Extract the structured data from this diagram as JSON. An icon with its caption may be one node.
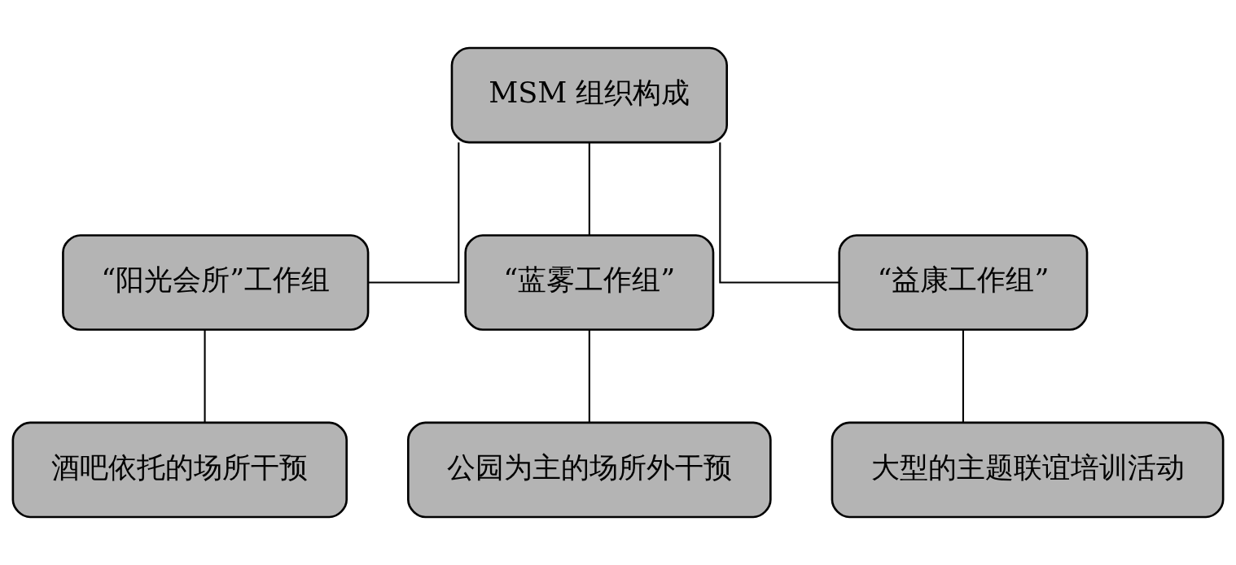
{
  "diagram": {
    "nodes": [
      {
        "text": [
          "MSM 组织构成"
        ]
      },
      {
        "text": [
          "“阳光会所”工作组"
        ]
      },
      {
        "text": [
          "“蓝雾工作组”"
        ]
      },
      {
        "text": [
          "“益康工作组”"
        ]
      },
      {
        "text": [
          "酒吧依托的场所干预"
        ]
      },
      {
        "text": [
          "公园为主的场所外干预"
        ]
      },
      {
        "text": [
          "大型的主题联谊培训活动"
        ]
      }
    ],
    "edges": [
      {
        "from": 0,
        "to": 1,
        "arrow": "none"
      },
      {
        "from": 0,
        "to": 2,
        "arrow": "none"
      },
      {
        "from": 0,
        "to": 3,
        "arrow": "none"
      },
      {
        "from": 1,
        "to": 4,
        "arrow": "none"
      },
      {
        "from": 2,
        "to": 5,
        "arrow": "none"
      },
      {
        "from": 3,
        "to": 6,
        "arrow": "none"
      }
    ]
  }
}
